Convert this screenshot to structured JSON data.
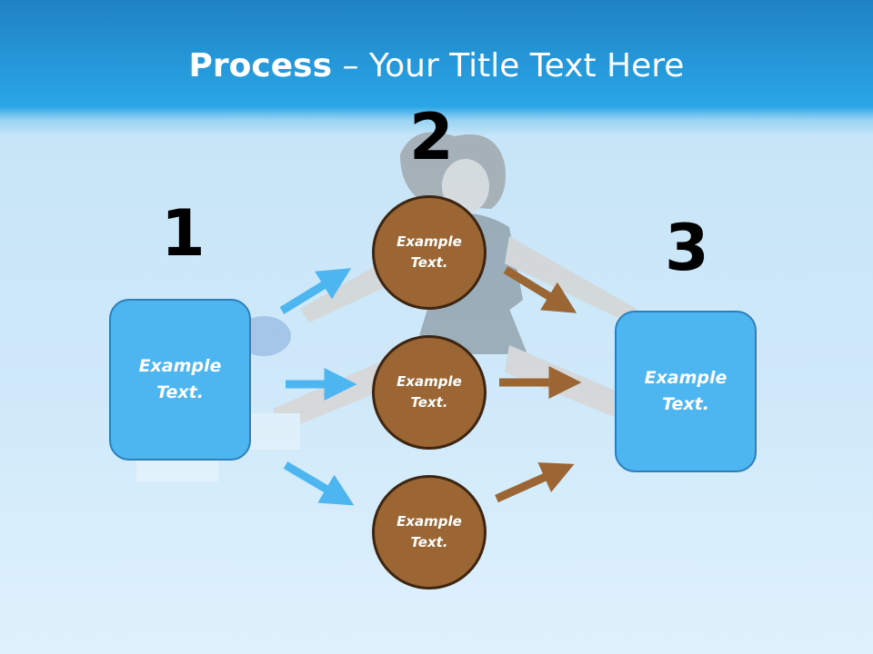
{
  "title": {
    "bold": "Process",
    "rest": " – Your Title Text Here"
  },
  "steps": {
    "one": "1",
    "two": "2",
    "three": "3"
  },
  "boxes": {
    "left": {
      "line1": "Example",
      "line2": "Text."
    },
    "right": {
      "line1": "Example",
      "line2": "Text."
    }
  },
  "circles": [
    {
      "line1": "Example",
      "line2": "Text."
    },
    {
      "line1": "Example",
      "line2": "Text."
    },
    {
      "line1": "Example",
      "line2": "Text."
    }
  ],
  "colors": {
    "header": "#2597d8",
    "box_fill": "#4db6f1",
    "circle_fill": "#9b6633",
    "blue_arrow": "#4db6f1",
    "brown_arrow": "#9b6633"
  }
}
